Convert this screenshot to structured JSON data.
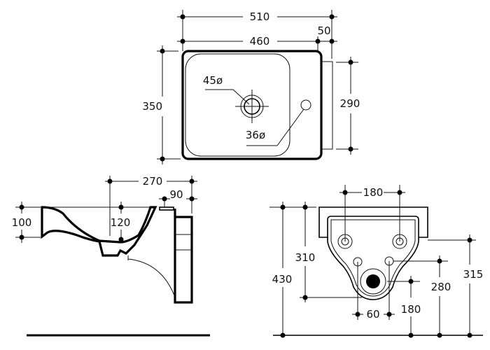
{
  "top_view": {
    "width_total": "510",
    "width_basin": "460",
    "width_back": "50",
    "depth_total": "350",
    "depth_back": "290",
    "drain_diameter": "45ø",
    "tap_hole_diameter": "36ø"
  },
  "side_view": {
    "depth_to_drain": "270",
    "back_offset": "90",
    "basin_height": "100",
    "drain_depth": "120"
  },
  "front_view": {
    "fixing_spacing": "180",
    "overall_height": "430",
    "bowl_height": "310",
    "hole_spacing": "60",
    "drain_height": "180",
    "holes_height": "280",
    "fixings_height": "315"
  },
  "colors": {
    "line": "#000000",
    "background": "#ffffff"
  }
}
